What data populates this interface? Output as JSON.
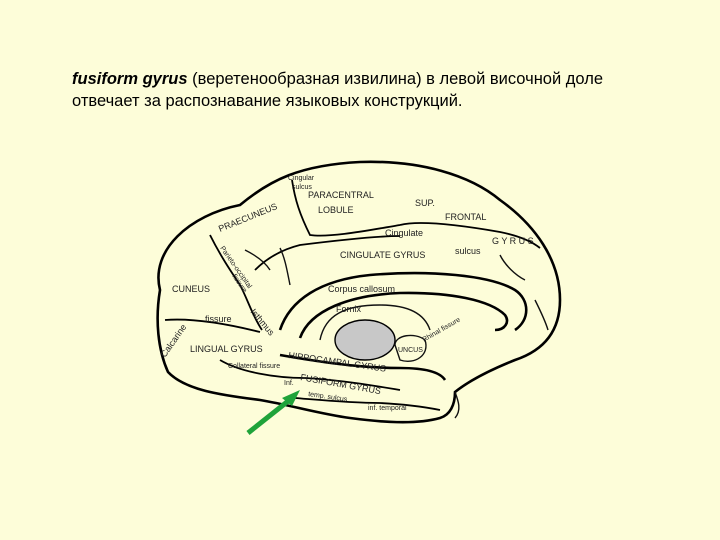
{
  "caption": {
    "term": "fusiform gyrus",
    "rest_line1": " (веретенообразная извилина)  в левой височной доле",
    "line2": "отвечает за распознавание языковых конструкций."
  },
  "labels": {
    "cingulate_sulcus_top": "Cingular",
    "sulcus_small": "sulcus",
    "paracentral": "PARACENTRAL",
    "lobule": "LOBULE",
    "sup_frontal": "SUP.",
    "frontal": "FRONTAL",
    "gyrus_frontal": "G Y R U S",
    "praecuneus": "PRAECUNEUS",
    "parieto_occipital": "Parieto-occipital",
    "fissure_po": "fissure",
    "cingulate_top": "Cingulate",
    "sulcus_cing": "sulcus",
    "cingulate_gyrus": "CINGULATE GYRUS",
    "corpus_callosum": "Corpus callosum",
    "fornix": "Fornix",
    "cuneus": "CUNEUS",
    "calcarine": "Calcarine",
    "fissure_calc": "fissure",
    "isthmus": "Isthmus",
    "lingual_gyrus": "LINGUAL GYRUS",
    "hippocampal_gyrus": "HIPPOCAMPAL GYRUS",
    "uncus": "UNCUS",
    "collateral_fissure": "Collateral fissure",
    "fusiform_gyrus": "FUSIFORM GYRUS",
    "inf": "Inf.",
    "temporal_sulcus": "temp. sulcus",
    "inf_temporal_gyrus": "inf. temporal",
    "rhinal": "Rhinal fissure"
  },
  "arrow": {
    "color": "#1fa33a",
    "target": "fusiform-gyrus"
  }
}
